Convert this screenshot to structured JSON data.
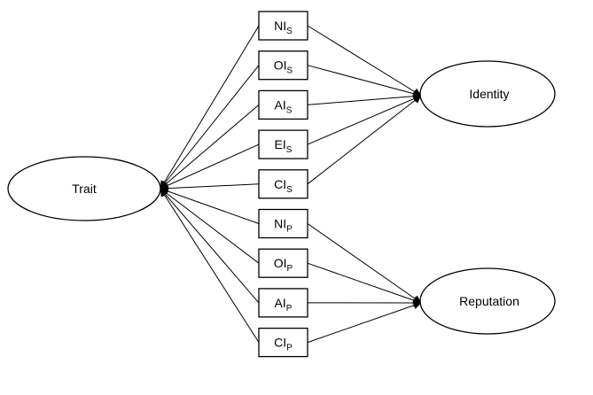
{
  "diagram": {
    "trait": "Trait",
    "identity": "Identity",
    "reputation": "Reputation",
    "indicators": [
      {
        "base": "NI",
        "sub": "S",
        "group": "self"
      },
      {
        "base": "OI",
        "sub": "S",
        "group": "self"
      },
      {
        "base": "AI",
        "sub": "S",
        "group": "self"
      },
      {
        "base": "EI",
        "sub": "S",
        "group": "self"
      },
      {
        "base": "CI",
        "sub": "S",
        "group": "self"
      },
      {
        "base": "NI",
        "sub": "P",
        "group": "peer"
      },
      {
        "base": "OI",
        "sub": "P",
        "group": "peer"
      },
      {
        "base": "AI",
        "sub": "P",
        "group": "peer"
      },
      {
        "base": "CI",
        "sub": "P",
        "group": "peer"
      }
    ]
  }
}
